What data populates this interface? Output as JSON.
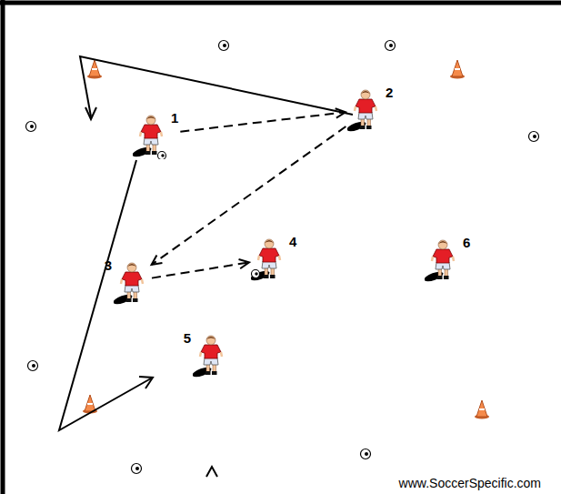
{
  "diagram": {
    "nodes": [
      {
        "text": [
          "1"
        ]
      },
      {
        "text": [
          "2"
        ]
      },
      {
        "text": [
          "3"
        ]
      },
      {
        "text": [
          "4"
        ]
      },
      {
        "text": [
          "5"
        ]
      },
      {
        "text": [
          "6"
        ]
      }
    ],
    "edges": [
      {
        "from": 0,
        "to": 1,
        "arrow": "to"
      },
      {
        "from": 1,
        "to": 2,
        "arrow": "to"
      },
      {
        "from": 2,
        "to": 3,
        "arrow": "to"
      }
    ],
    "labels": [
      "www.SoccerSpecific.com"
    ]
  }
}
